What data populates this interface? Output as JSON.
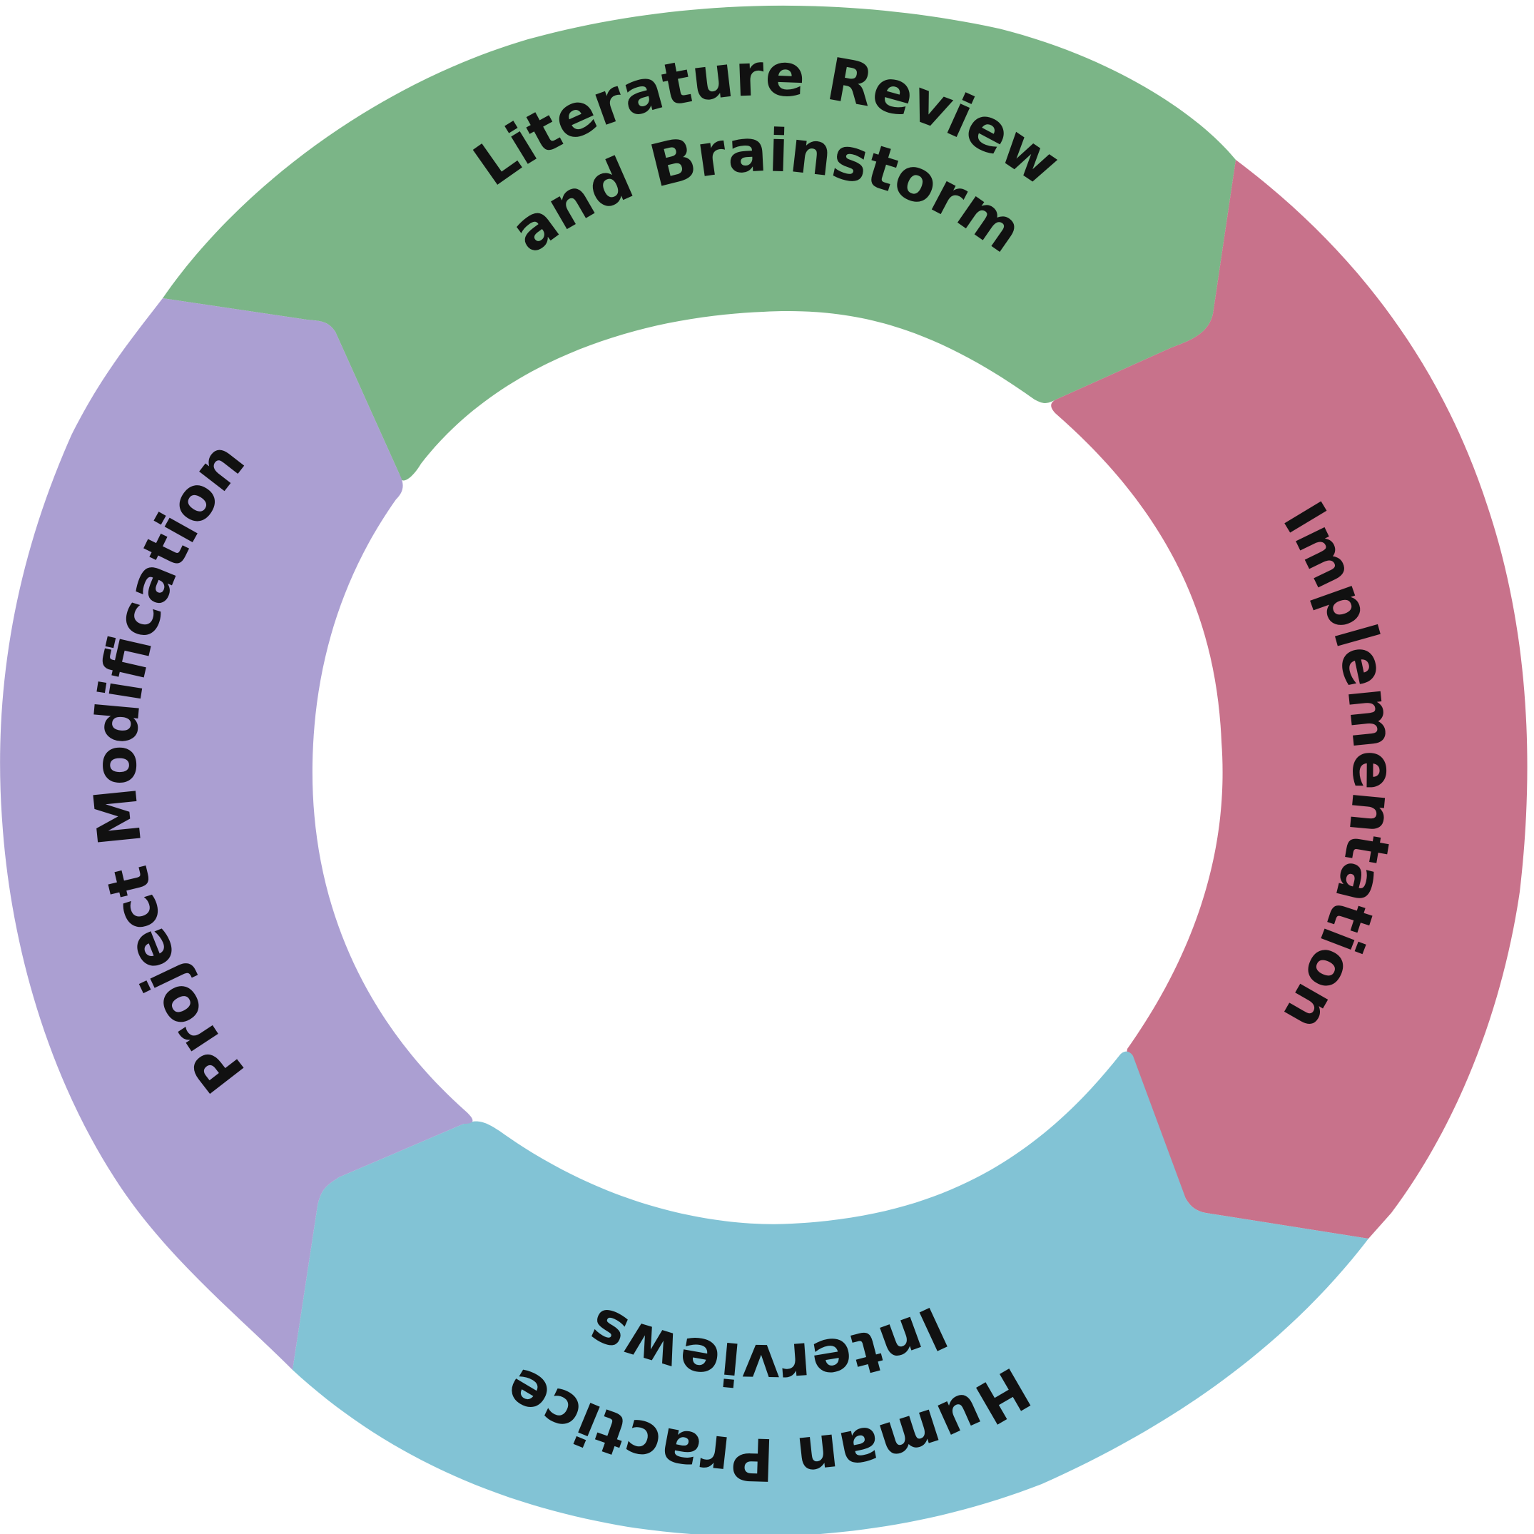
{
  "diagram": {
    "segments": [
      {
        "id": "literature",
        "color": "#7bb587",
        "lines": [
          "Literature Review",
          "and Brainstorm"
        ]
      },
      {
        "id": "implementation",
        "color": "#c8728b",
        "lines": [
          "Implementation"
        ]
      },
      {
        "id": "human-practice",
        "color": "#82c3d5",
        "lines": [
          "Human Practice",
          "Interviews"
        ]
      },
      {
        "id": "project-modification",
        "color": "#ab9fd2",
        "lines": [
          "Project Modification"
        ]
      }
    ]
  }
}
